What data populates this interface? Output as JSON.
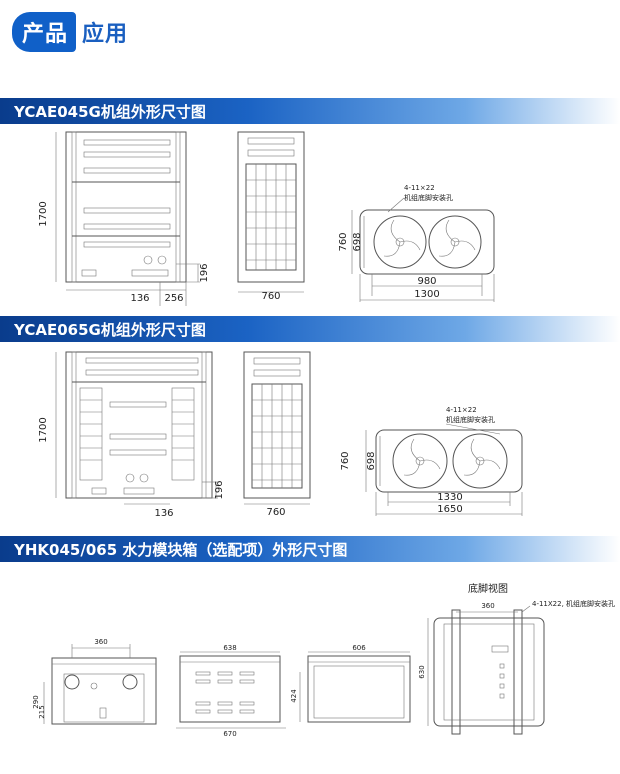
{
  "header": {
    "title_a": "产品",
    "title_b": "应用"
  },
  "sections": [
    {
      "title": "YCAE045G机组外形尺寸图",
      "dims": {
        "height": "1700",
        "d136": "136",
        "d256": "256",
        "d196": "196",
        "side_width": "760",
        "top_760": "760",
        "top_698": "698",
        "top_980": "980",
        "top_1300": "1300",
        "hole_note": "4-11×22",
        "hole_label": "机组底脚安装孔"
      }
    },
    {
      "title": "YCAE065G机组外形尺寸图",
      "dims": {
        "height": "1700",
        "d136": "136",
        "d196": "196",
        "side_width": "760",
        "top_760": "760",
        "top_698": "698",
        "top_1330": "1330",
        "top_1650": "1650",
        "hole_note": "4-11×22",
        "hole_label": "机组底脚安装孔"
      }
    },
    {
      "title": "YHK045/065 水力模块箱（选配项）外形尺寸图",
      "dims": {
        "d360a": "360",
        "d290": "290",
        "d215": "215",
        "d638": "638",
        "d670": "670",
        "d606": "606",
        "d424": "424",
        "d360b": "360",
        "d630": "630",
        "bottom_view": "底脚视图",
        "hole_note": "4-11X22, 机组底脚安装孔"
      }
    }
  ],
  "colors": {
    "accent": "#1060c8",
    "bar_dark": "#0a3c8c",
    "line": "#555555"
  }
}
